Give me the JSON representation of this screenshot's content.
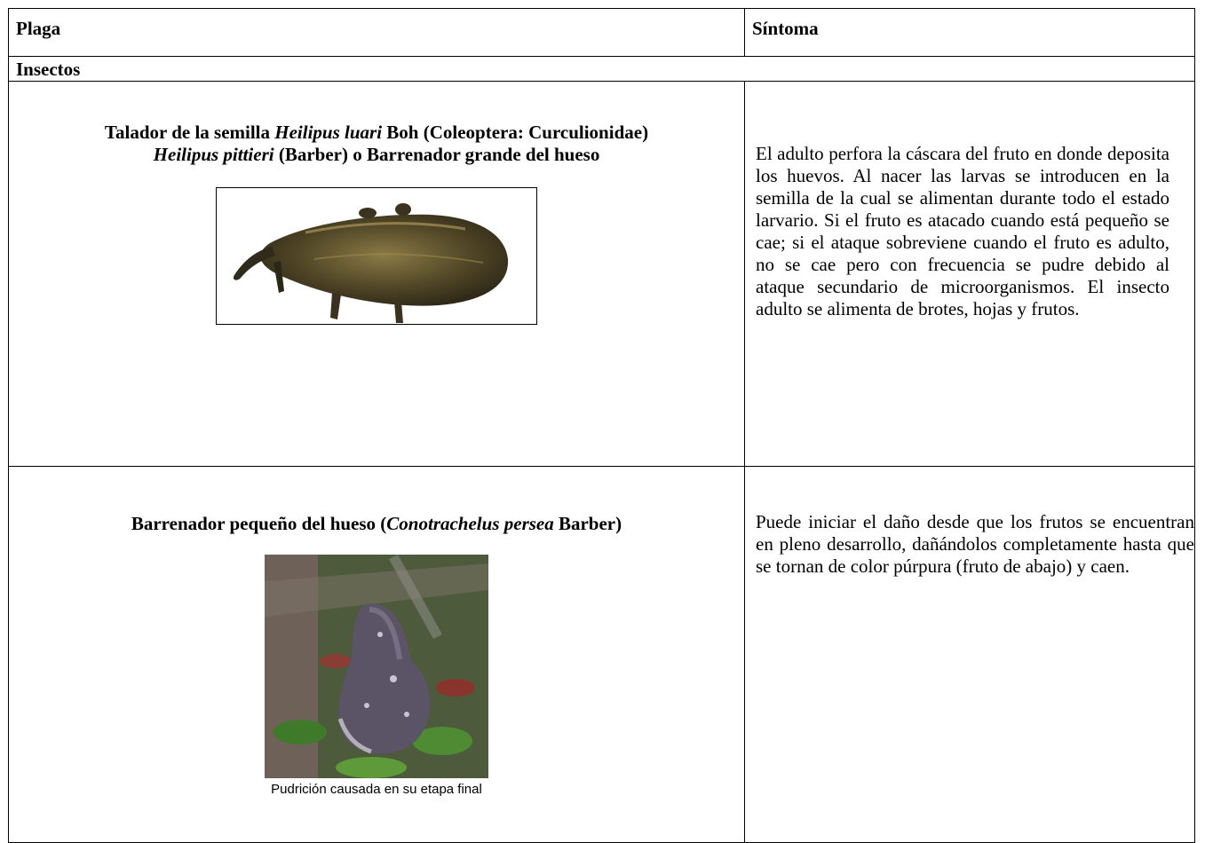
{
  "table": {
    "header": {
      "col1": "Plaga",
      "col2": "Síntoma"
    },
    "section": "Insectos",
    "rows": [
      {
        "pest_line1_pre": "Talador de la semilla ",
        "pest_line1_italic": "Heilipus luari",
        "pest_line1_post": " Boh (Coleoptera: Curculionidae)",
        "pest_line2_italic": "Heilipus pittieri",
        "pest_line2_post": " (Barber) o Barrenador grande del hueso",
        "image_icon": "weevil-image",
        "symptom": "El adulto perfora la cáscara del fruto en donde deposita los huevos. Al nacer las larvas se introducen en la semilla de la cual se alimentan durante todo el estado larvario. Si el fruto es atacado cuando está pequeño se cae; si el ataque sobreviene cuando el fruto es adulto, no se cae pero con frecuencia se pudre debido al ataque secundario de microorganismos. El insecto adulto se alimenta de brotes, hojas y frutos."
      },
      {
        "pest_pre": "Barrenador pequeño del hueso (",
        "pest_italic": "Conotrachelus persea",
        "pest_post": " Barber)",
        "image_icon": "rotten-avocado-image",
        "caption": "Pudrición causada en su etapa final",
        "symptom": "Puede iniciar el daño desde que los frutos se encuentran en  pleno desarrollo, dañándolos completamente hasta que se tornan de color púrpura (fruto de abajo) y caen."
      }
    ]
  }
}
